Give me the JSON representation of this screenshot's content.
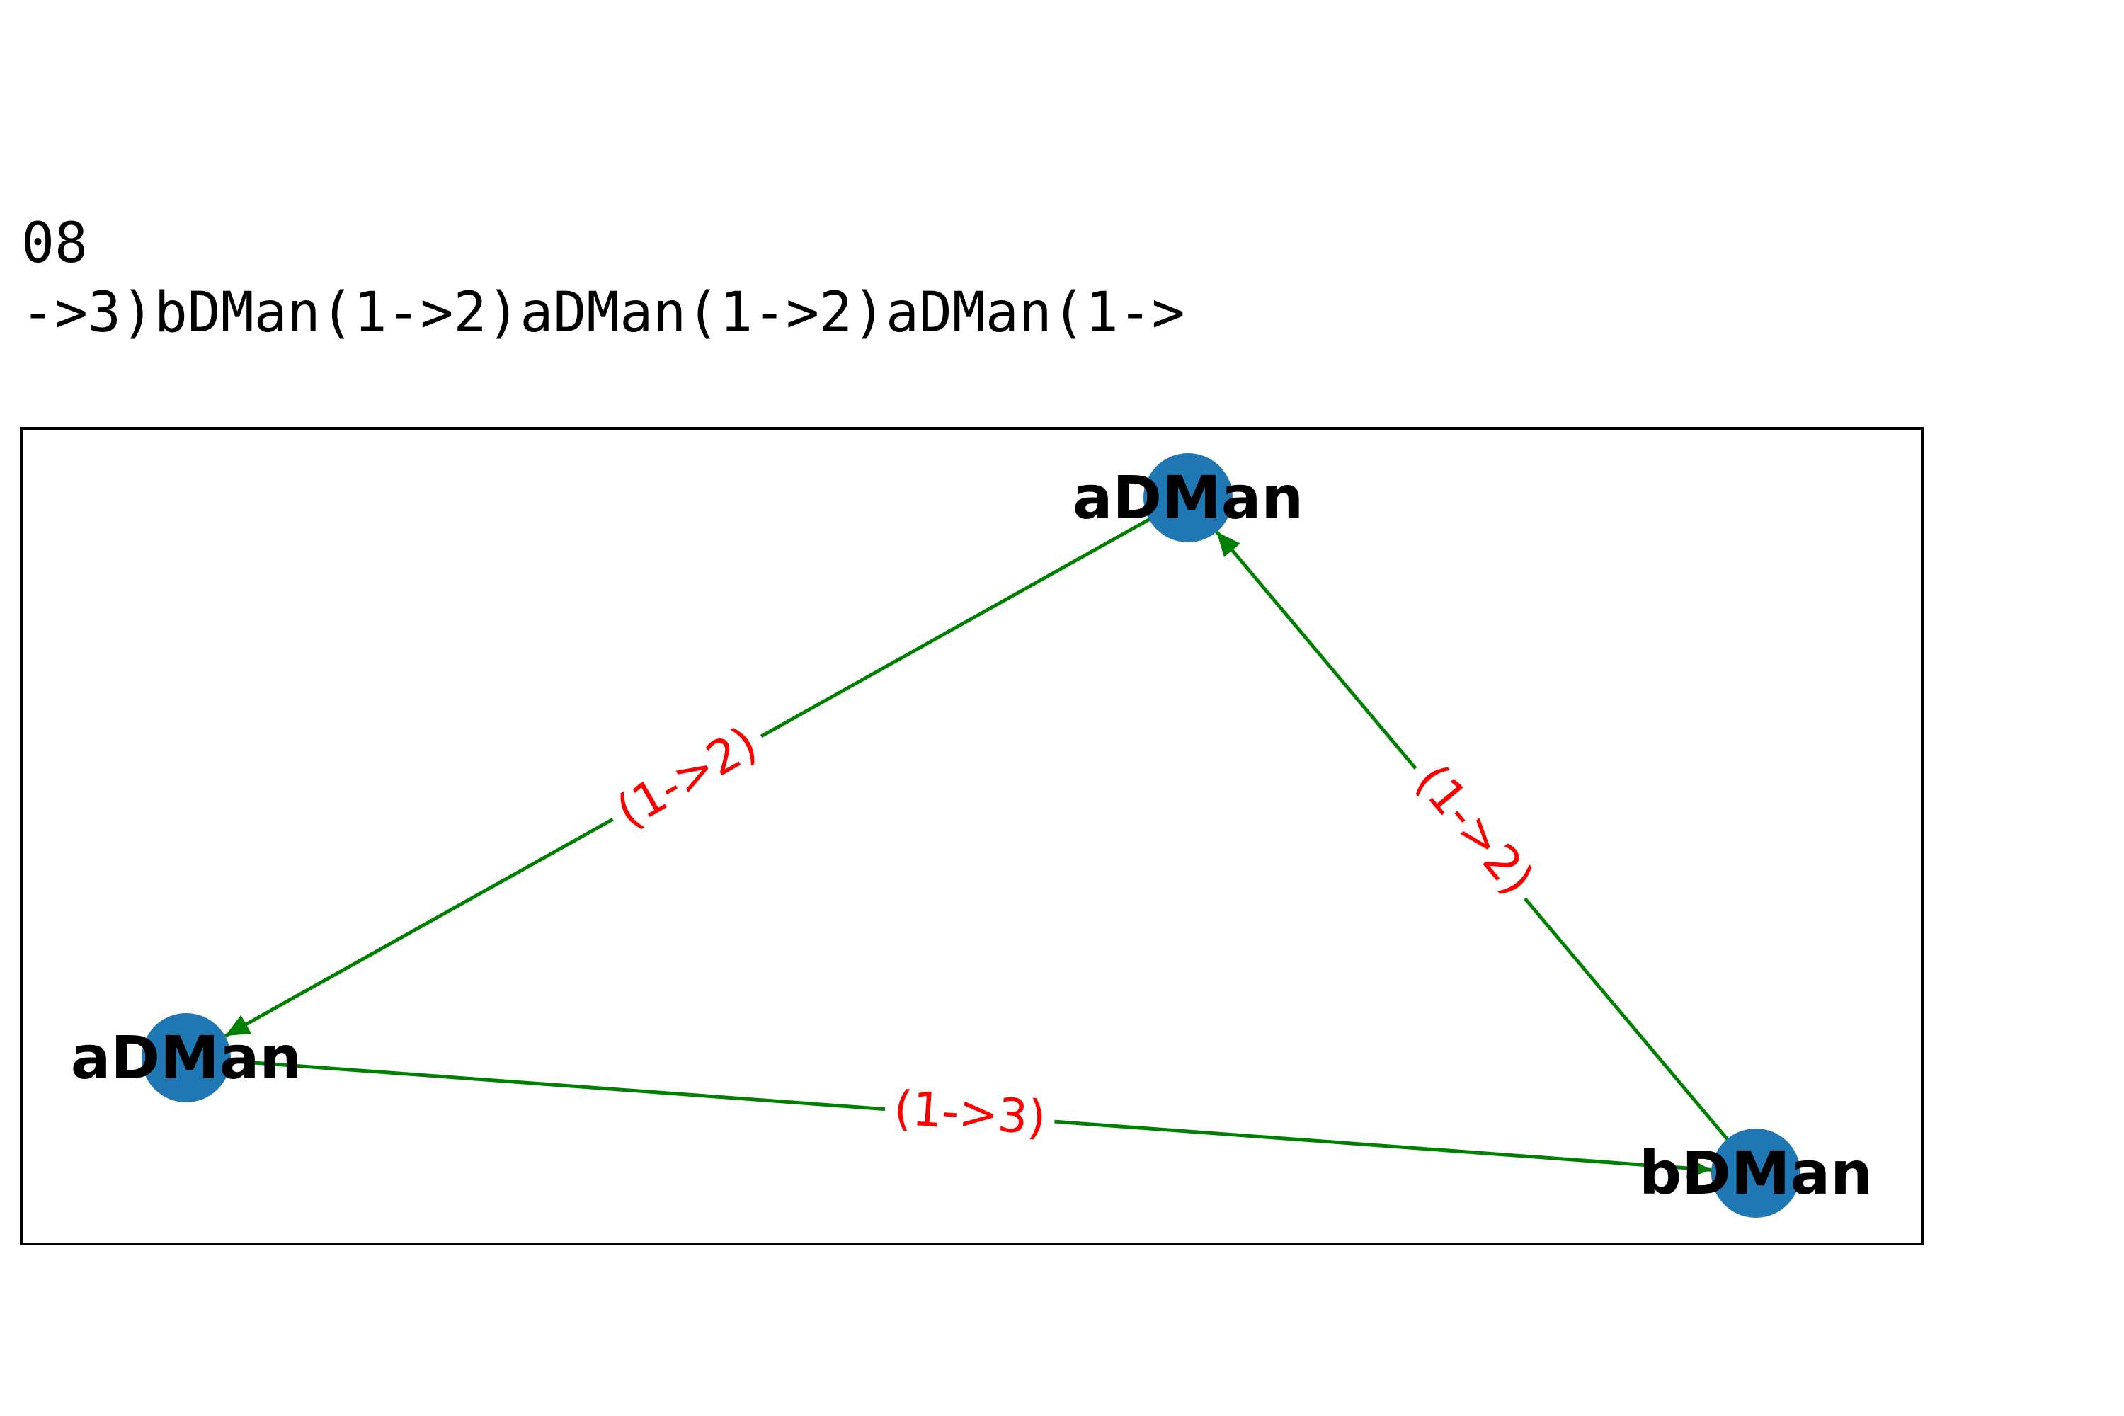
{
  "title": {
    "line1": "08",
    "line2": "->3)bDMan(1->2)aDMan(1->2)aDMan(1->"
  },
  "colors": {
    "node_fill": "#1f77b4",
    "edge": "#008000",
    "edge_label": "#ff0000",
    "frame": "#000000"
  },
  "graph": {
    "nodes": [
      {
        "id": "n_top",
        "label": "aDMan"
      },
      {
        "id": "n_left",
        "label": "aDMan"
      },
      {
        "id": "n_right",
        "label": "bDMan"
      }
    ],
    "edges": [
      {
        "id": "e_top_left",
        "from": "n_top",
        "to": "n_left",
        "label": "(1->2)"
      },
      {
        "id": "e_right_top",
        "from": "n_right",
        "to": "n_top",
        "label": "(1->2)"
      },
      {
        "id": "e_left_right",
        "from": "n_left",
        "to": "n_right",
        "label": "(1->3)"
      }
    ]
  }
}
